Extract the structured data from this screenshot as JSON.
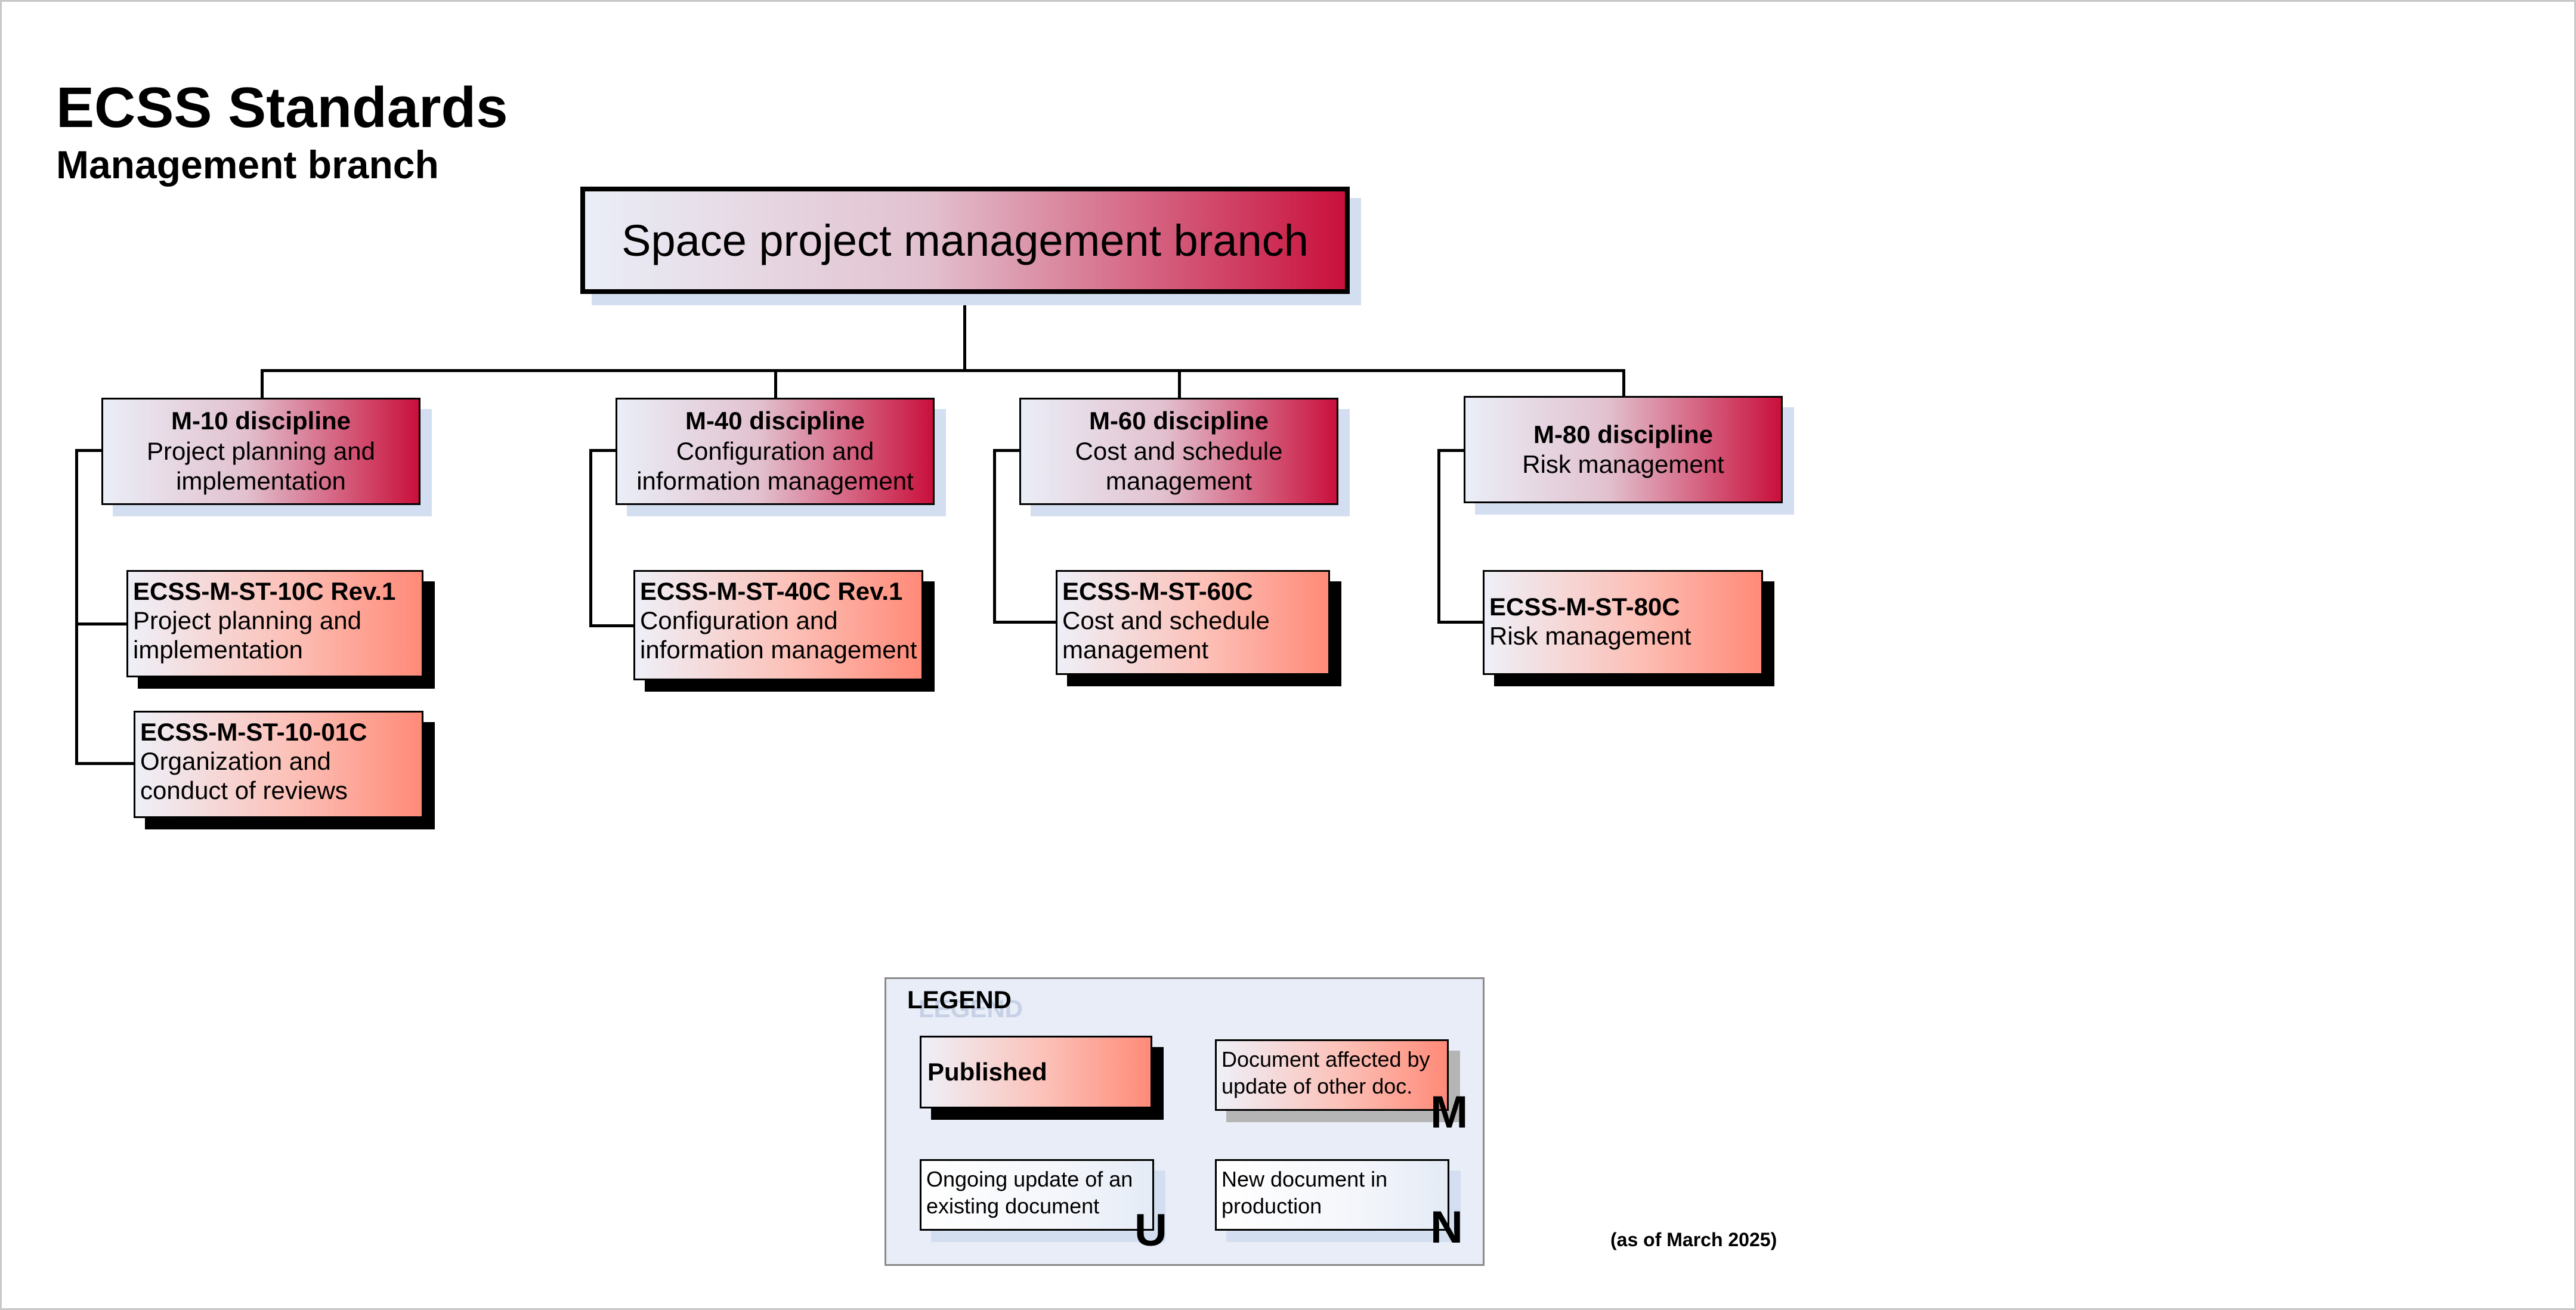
{
  "title": "ECSS Standards",
  "subtitle": "Management branch",
  "root": "Space project management branch",
  "disciplines": [
    {
      "code": "M-10 discipline",
      "desc_lines": [
        "Project planning and",
        "implementation"
      ]
    },
    {
      "code": "M-40 discipline",
      "desc_lines": [
        "Configuration and",
        "information management"
      ]
    },
    {
      "code": "M-60 discipline",
      "desc_lines": [
        "Cost and schedule",
        "management"
      ]
    },
    {
      "code": "M-80 discipline",
      "desc_lines": [
        "Risk management"
      ]
    }
  ],
  "standards": [
    {
      "code": "ECSS-M-ST-10C Rev.1",
      "desc_lines": [
        "Project planning and",
        "implementation"
      ]
    },
    {
      "code": "ECSS-M-ST-10-01C",
      "desc_lines": [
        "Organization and",
        "conduct of reviews"
      ]
    },
    {
      "code": "ECSS-M-ST-40C Rev.1",
      "desc_lines": [
        "Configuration and",
        "information management"
      ]
    },
    {
      "code": "ECSS-M-ST-60C",
      "desc_lines": [
        "Cost and schedule",
        "management"
      ]
    },
    {
      "code": "ECSS-M-ST-80C",
      "desc_lines": [
        "Risk management"
      ]
    }
  ],
  "legend": {
    "title": "LEGEND",
    "published": "Published",
    "affected_lines": [
      "Document affected by",
      "update of other doc."
    ],
    "affected_letter": "M",
    "ongoing_lines": [
      "Ongoing update of an",
      "existing document"
    ],
    "ongoing_letter": "U",
    "new_lines": [
      "New document in",
      "production"
    ],
    "new_letter": "N"
  },
  "as_of": "(as of March 2025)",
  "colors": {
    "published_gradient_end": "#ff8a78",
    "discipline_gradient_end": "#c9103c",
    "legend_background": "#e8edf7"
  }
}
